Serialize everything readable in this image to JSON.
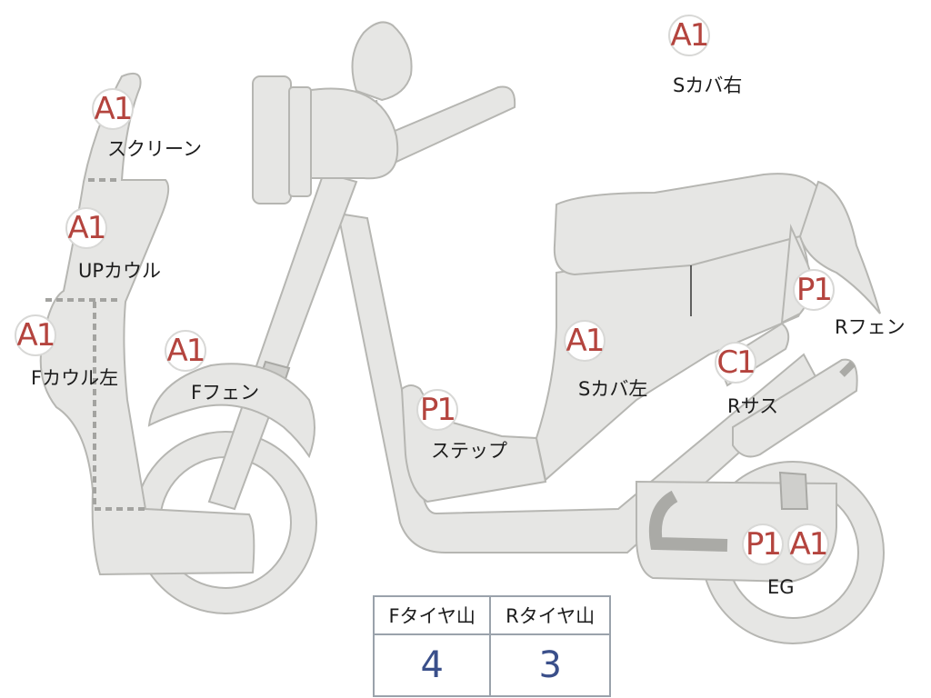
{
  "parts": [
    {
      "id": "screen",
      "grade": "A1",
      "label": "スクリーン"
    },
    {
      "id": "upper-cowl",
      "grade": "A1",
      "label": "UPカウル"
    },
    {
      "id": "front-cowl-left",
      "grade": "A1",
      "label": "Fカウル左"
    },
    {
      "id": "front-fender",
      "grade": "A1",
      "label": "Fフェン"
    },
    {
      "id": "step",
      "grade": "P1",
      "label": "ステップ"
    },
    {
      "id": "side-cover-left",
      "grade": "A1",
      "label": "Sカバ左"
    },
    {
      "id": "side-cover-right",
      "grade": "A1",
      "label": "Sカバ右"
    },
    {
      "id": "rear-fender",
      "grade": "P1",
      "label": "Rフェン"
    },
    {
      "id": "rear-suspension",
      "grade": "C1",
      "label": "Rサス"
    },
    {
      "id": "engine",
      "grades": [
        "P1",
        "A1"
      ],
      "label": "EG"
    }
  ],
  "tread_table": {
    "headers": [
      "Fタイヤ山",
      "Rタイヤ山"
    ],
    "values": [
      "4",
      "3"
    ]
  },
  "colors": {
    "body": "#e6e6e4",
    "outline": "#b6b6b2",
    "grade_text": "#b4443e",
    "table_value": "#3a4f8a",
    "table_border": "#9aa2ab"
  }
}
